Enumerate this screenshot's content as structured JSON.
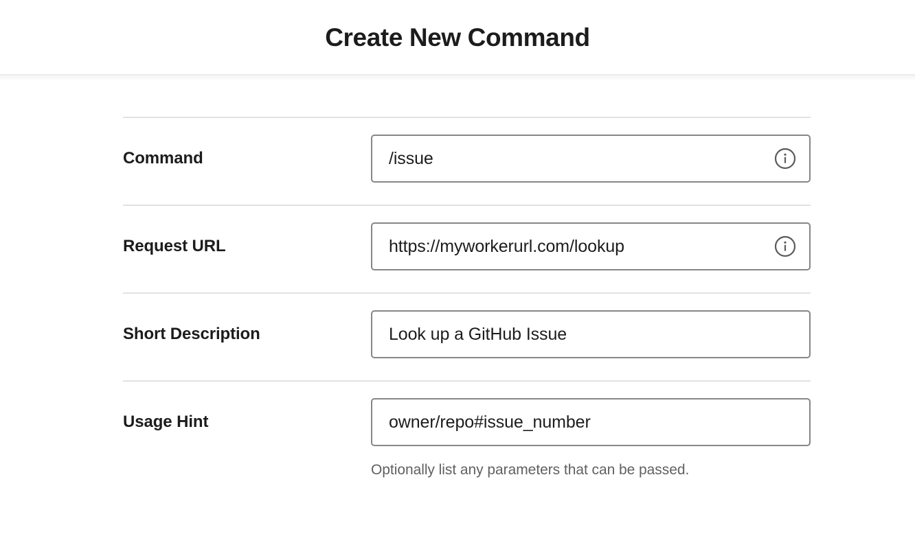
{
  "header": {
    "title": "Create New Command"
  },
  "form": {
    "fields": [
      {
        "label": "Command",
        "value": "/issue",
        "placeholder": "",
        "has_info_icon": true,
        "info_icon_name": "info-icon",
        "helper": ""
      },
      {
        "label": "Request URL",
        "value": "https://myworkerurl.com/lookup",
        "placeholder": "",
        "has_info_icon": true,
        "info_icon_name": "info-icon",
        "helper": ""
      },
      {
        "label": "Short Description",
        "value": "Look up a GitHub Issue",
        "placeholder": "",
        "has_info_icon": false,
        "info_icon_name": "",
        "helper": ""
      },
      {
        "label": "Usage Hint",
        "value": "owner/repo#issue_number",
        "placeholder": "",
        "has_info_icon": false,
        "info_icon_name": "",
        "helper": "Optionally list any parameters that can be passed."
      }
    ]
  },
  "colors": {
    "text_primary": "#1d1c1d",
    "text_muted": "#616061",
    "input_border": "#868686",
    "divider": "#e1e1e1",
    "background": "#ffffff",
    "icon": "#5a5a5a"
  }
}
